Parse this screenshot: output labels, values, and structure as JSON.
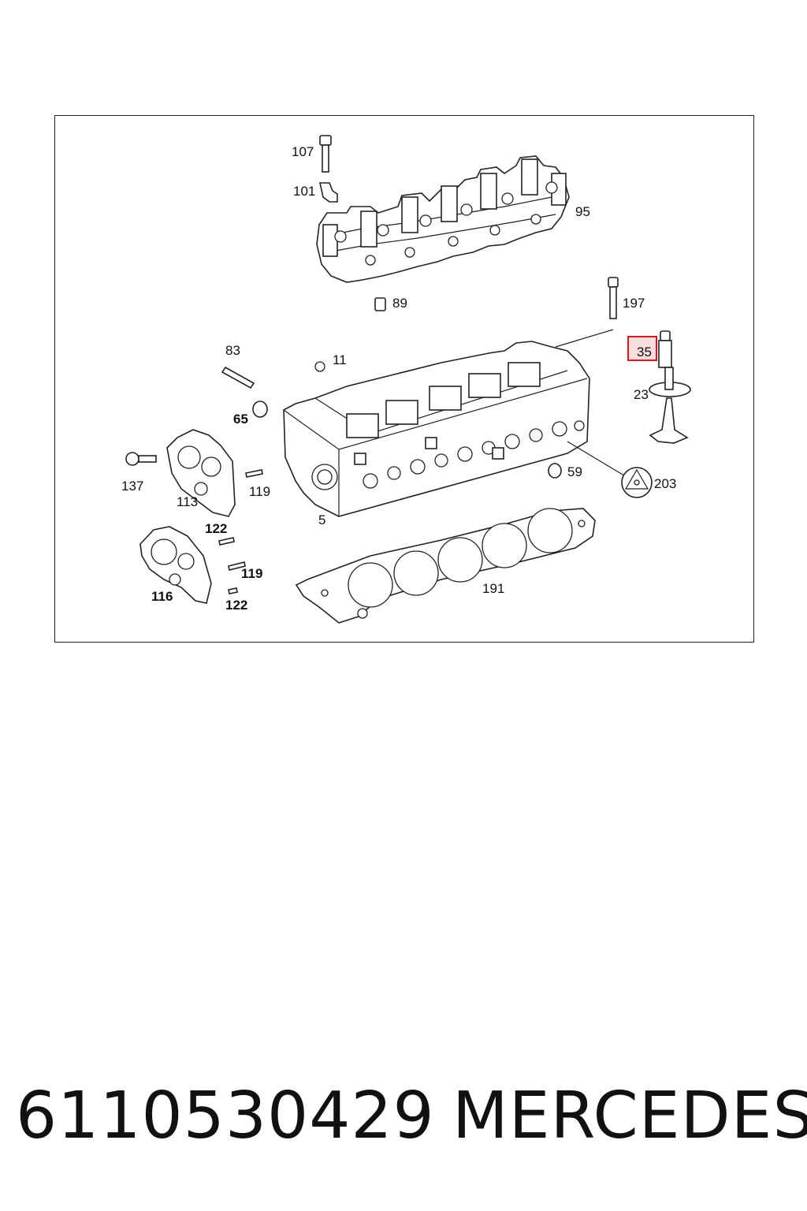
{
  "diagram": {
    "callouts": {
      "c107": "107",
      "c101": "101",
      "c95": "95",
      "c89": "89",
      "c197": "197",
      "c35": "35",
      "c83": "83",
      "c11": "11",
      "c23": "23",
      "c65": "65",
      "c137": "137",
      "c113": "113",
      "c119a": "119",
      "c59": "59",
      "c203": "203",
      "c5": "5",
      "c122a": "122",
      "c119b": "119",
      "c116": "116",
      "c122b": "122",
      "c191": "191"
    },
    "highlighted_callout": "35",
    "highlight_color": "#e0141e"
  },
  "caption": {
    "part_number": "6110530429",
    "brand": "MERCEDES"
  }
}
